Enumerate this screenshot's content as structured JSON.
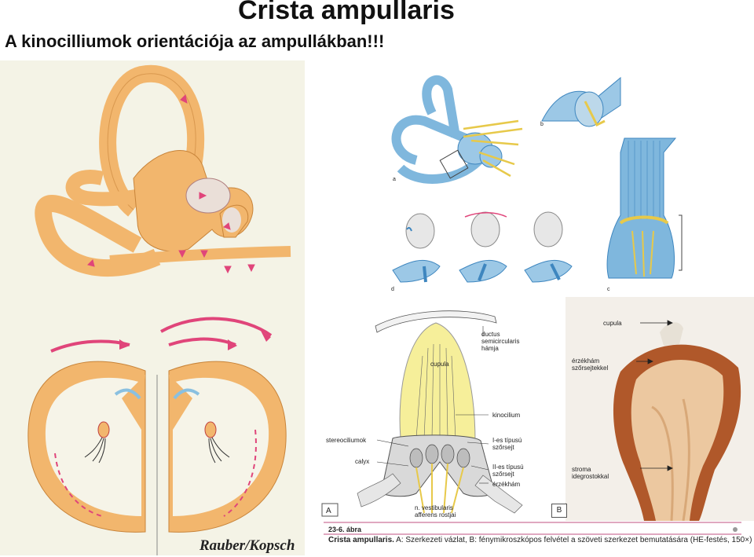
{
  "title": "Crista ampullaris",
  "subtitle": "A kinocilliumok orientációja az ampullákban!!!",
  "left_panel": {
    "credit": "Rauber/Kopsch"
  },
  "topright_panel": {
    "letters": [
      "a",
      "b",
      "c",
      "d"
    ]
  },
  "diagram": {
    "labels": {
      "ductus": [
        "ductus",
        "semicircularis",
        "hámja"
      ],
      "cupula": "cupula",
      "kinocilium": "kinocilium",
      "stereocilium": "stereociliumok",
      "type1": [
        "I-es típusú",
        "szőrsejt"
      ],
      "calyx": "calyx",
      "type2": [
        "II-es típusú",
        "szőrsejt"
      ],
      "erzekham": "érzékhám",
      "nerve": [
        "n. vestibularis",
        "afferens rostjai"
      ],
      "panel_letter": "A"
    }
  },
  "micro": {
    "labels": {
      "cupula": "cupula",
      "erzekham": [
        "érzékhám",
        "szőrsejtekkel"
      ],
      "stroma": [
        "stroma",
        "idegrostokkal"
      ],
      "panel_letter": "B"
    }
  },
  "caption": {
    "figure_no": "23-6. ábra",
    "bold_part": "Crista ampullaris.",
    "text": " A: Szerkezeti vázlat, B: fénymikroszkópos felvétel a szöveti szerkezet bemutatására (HE-festés, 150×)"
  },
  "colors": {
    "orange": "#f2b66d",
    "orange_dark": "#c8843a",
    "pink": "#e0457a",
    "blue": "#7fb7dd",
    "blue_dark": "#3e86bf",
    "yellow": "#f6ef9a",
    "tissue_brown": "#b0582a",
    "tissue_light": "#ecc8a0"
  }
}
